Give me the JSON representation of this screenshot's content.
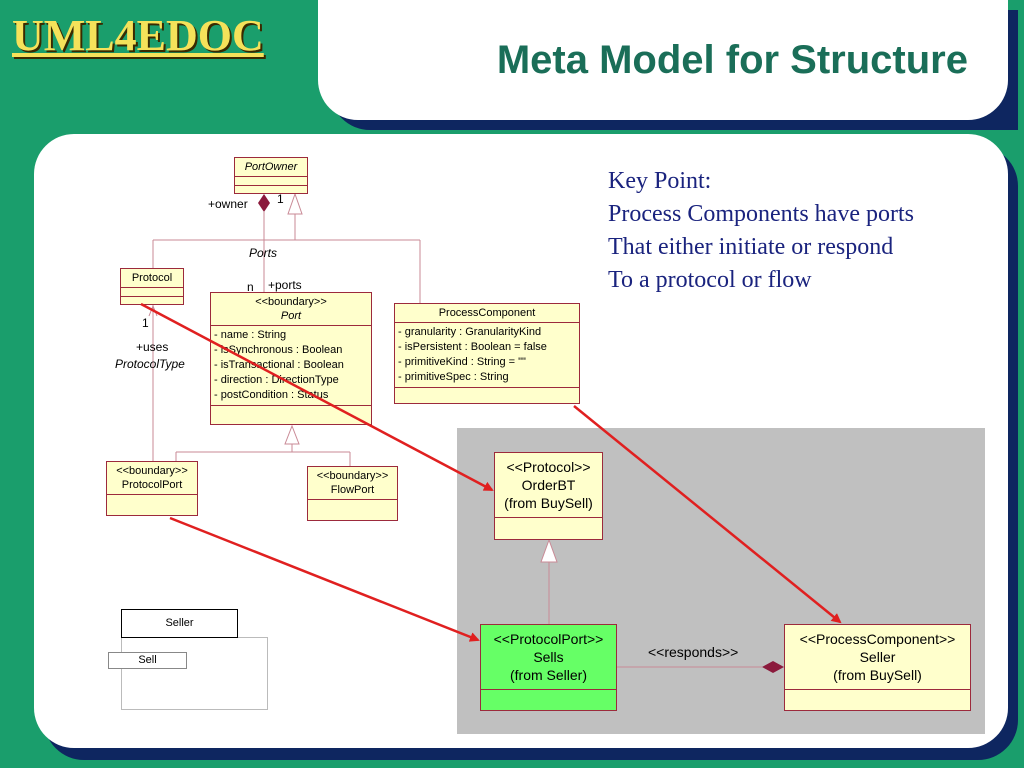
{
  "logo": "UML4EDOC",
  "title": "Meta Model for Structure",
  "key_point": {
    "lines": [
      "Key Point:",
      "Process Components have ports",
      "That either initiate or respond",
      "To a protocol or flow"
    ]
  },
  "classes": {
    "port_owner": {
      "name": "PortOwner"
    },
    "protocol": {
      "name": "Protocol"
    },
    "port": {
      "stereotype": "<<boundary>>",
      "name": "Port",
      "attributes": [
        "- name : String",
        "- isSynchronous : Boolean",
        "- isTransactional : Boolean",
        "- direction : DirectionType",
        "- postCondition : Status"
      ]
    },
    "process_component": {
      "name": "ProcessComponent",
      "attributes": [
        "- granularity : GranularityKind",
        "- isPersistent : Boolean = false",
        "- primitiveKind : String = \"\"",
        "- primitiveSpec : String"
      ]
    },
    "protocol_port": {
      "stereotype": "<<boundary>>",
      "name": "ProtocolPort"
    },
    "flow_port": {
      "stereotype": "<<boundary>>",
      "name": "FlowPort"
    },
    "order_bt": {
      "stereotype": "<<Protocol>>",
      "name": "OrderBT",
      "from": "(from BuySell)"
    },
    "sells": {
      "stereotype": "<<ProtocolPort>>",
      "name": "Sells",
      "from": "(from Seller)"
    },
    "seller_pc": {
      "stereotype": "<<ProcessComponent>>",
      "name": "Seller",
      "from": "(from BuySell)"
    },
    "seller_box": {
      "name": "Seller"
    },
    "sell_box": {
      "name": "Sell"
    }
  },
  "labels": {
    "owner": "+owner",
    "owner_mult": "1",
    "ports_assoc": "Ports",
    "ports_mult": "n",
    "ports_role": "+ports",
    "protocol_mult": "1",
    "uses_role": "+uses",
    "protocol_type": "ProtocolType",
    "responds": "<<responds>>"
  },
  "colors": {
    "background": "#1a9e6c",
    "logo": "#f5e25a",
    "title": "#1a6e58",
    "key_point": "#1a237e",
    "uml_fill": "#ffffcc",
    "uml_line": "#9c2a3c",
    "arrow": "#e02020",
    "highlight": "#66ff66"
  }
}
